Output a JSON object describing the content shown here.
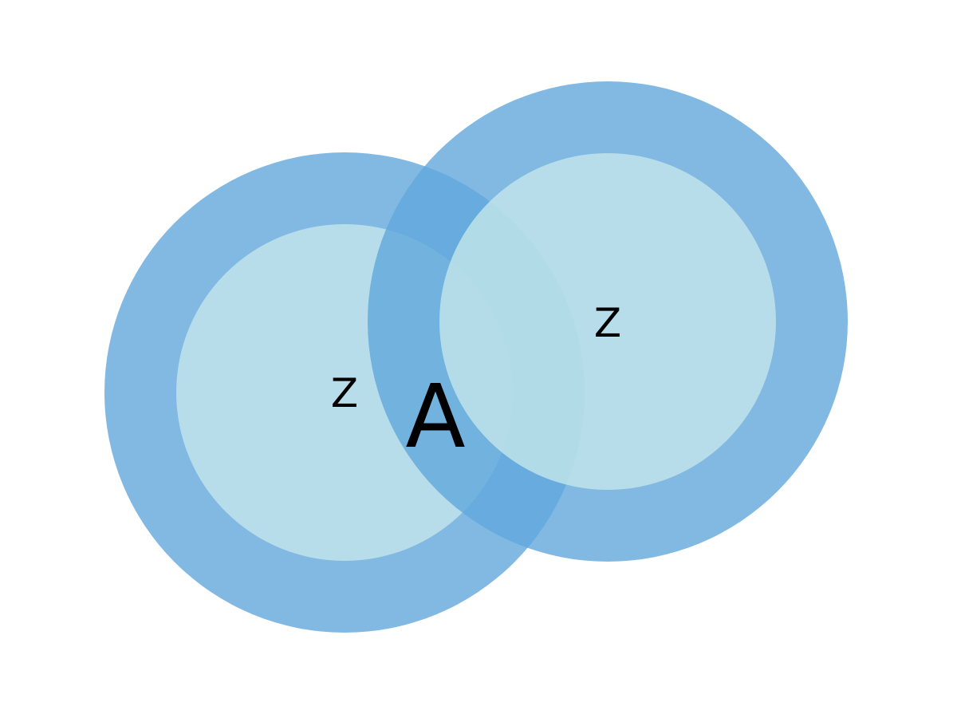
{
  "colors": {
    "background": "#ffffff",
    "outer_ring": "#62a8dc",
    "inner_disc": "#bfe3ea",
    "text": "#000000"
  },
  "circles": [
    {
      "label": "Z"
    },
    {
      "label": "Z"
    }
  ],
  "overlap_label": "A"
}
